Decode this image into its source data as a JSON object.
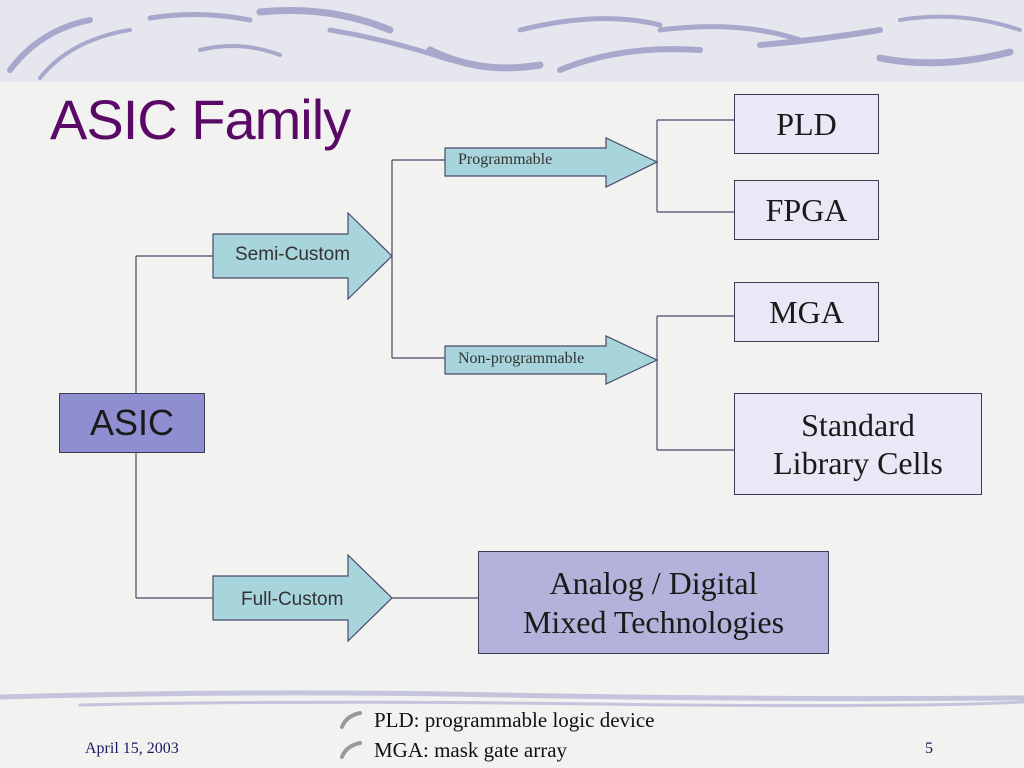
{
  "slide": {
    "title": "ASIC Family",
    "footer_date": "April 15, 2003",
    "page_number": "5"
  },
  "diagram": {
    "root": "ASIC",
    "arrows": {
      "semi_custom": "Semi-Custom",
      "full_custom": "Full-Custom",
      "programmable": "Programmable",
      "non_programmable": "Non-programmable"
    },
    "boxes": {
      "pld": "PLD",
      "fpga": "FPGA",
      "mga": "MGA",
      "standard_line1": "Standard",
      "standard_line2": "Library Cells",
      "analog_line1": "Analog / Digital",
      "analog_line2": "Mixed Technologies"
    }
  },
  "notes": [
    "PLD: programmable logic device",
    "MGA: mask gate array"
  ],
  "colors": {
    "title": "#5a0a66",
    "arrow_fill": "#a8d4dc",
    "root_fill": "#8e8ed0",
    "box_fill": "#e8e8f6",
    "mixed_fill": "#b2b2da"
  }
}
